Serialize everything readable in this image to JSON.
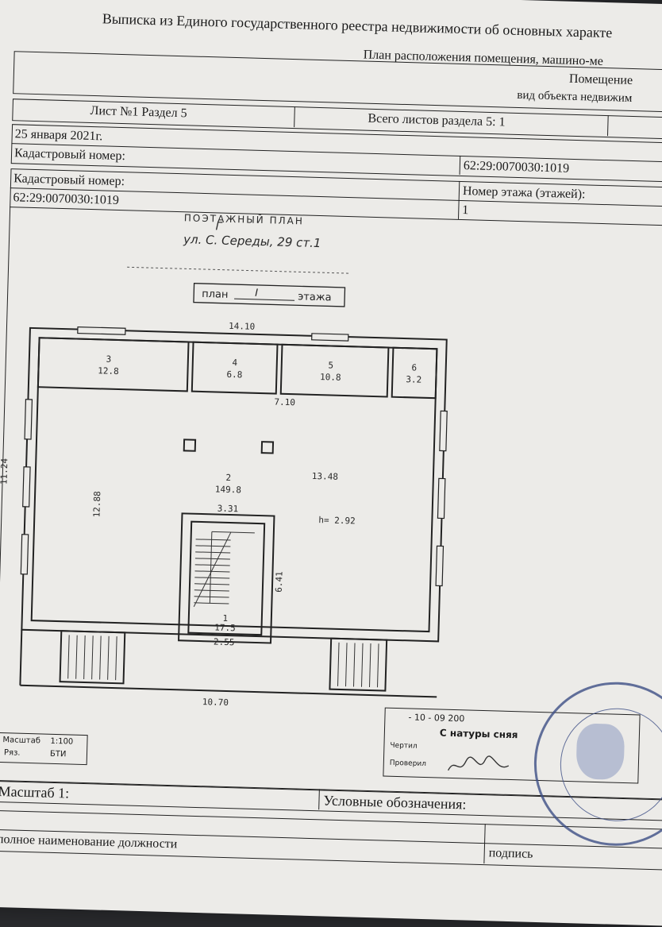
{
  "header": {
    "title": "Выписка из Единого государственного реестра недвижимости об основных характе",
    "subtitle": "План расположения помещения, машино-ме"
  },
  "object": {
    "type": "Помещение",
    "type_caption": "вид объекта недвижим"
  },
  "sheet": {
    "sheet_label": "Лист №1  Раздел 5",
    "total_label": "Всего листов раздела 5: 1"
  },
  "meta": {
    "date": "25 января 2021г.",
    "cadastral_label": "Кадастровый номер:",
    "cadastral_value": "62:29:0070030:1019"
  },
  "details": {
    "cadastral_label": "Кадастровый номер:",
    "cadastral_value": "62:29:0070030:1019",
    "floor_label": "Номер этажа (этажей):",
    "floor_value": "1"
  },
  "plan": {
    "heading": "ПОЭТАЖНЫЙ ПЛАН",
    "letter": "Г",
    "address": "ул. С. Середы, 29 ст.1",
    "floor_prefix": "план",
    "floor_number": "I",
    "floor_suffix": "этажа",
    "dims": {
      "top": "14.10",
      "left": "11.24",
      "bottom": "10.70",
      "inner_right": "13.48",
      "inner_left": "12.88",
      "height": "h= 2.92",
      "stair_top": "3.31",
      "stair_side": "6.41",
      "stair_bottom": "2.55",
      "corridor": "7.10"
    },
    "rooms": [
      {
        "num": "3",
        "area": "12.8"
      },
      {
        "num": "4",
        "area": "6.8"
      },
      {
        "num": "5",
        "area": "10.8"
      },
      {
        "num": "6",
        "area": "3.2"
      },
      {
        "num": "2",
        "area": "149.8"
      },
      {
        "num": "1",
        "area": "17.5"
      }
    ]
  },
  "stamp_block": {
    "scale_label": "Масштаб",
    "scale_value": "1:100",
    "org_left": "Ряз.",
    "org_right": "БТИ",
    "date_text": "- 10 -        09     200",
    "survey_label": "С натуры сняя",
    "drawn_label": "Чертил",
    "checked_label": "Проверил"
  },
  "footer": {
    "scale_label": "Масштаб 1:",
    "legend_label": "Условные обозначения:",
    "position_label": "полное наименование должности",
    "signature_label": "подпись"
  }
}
